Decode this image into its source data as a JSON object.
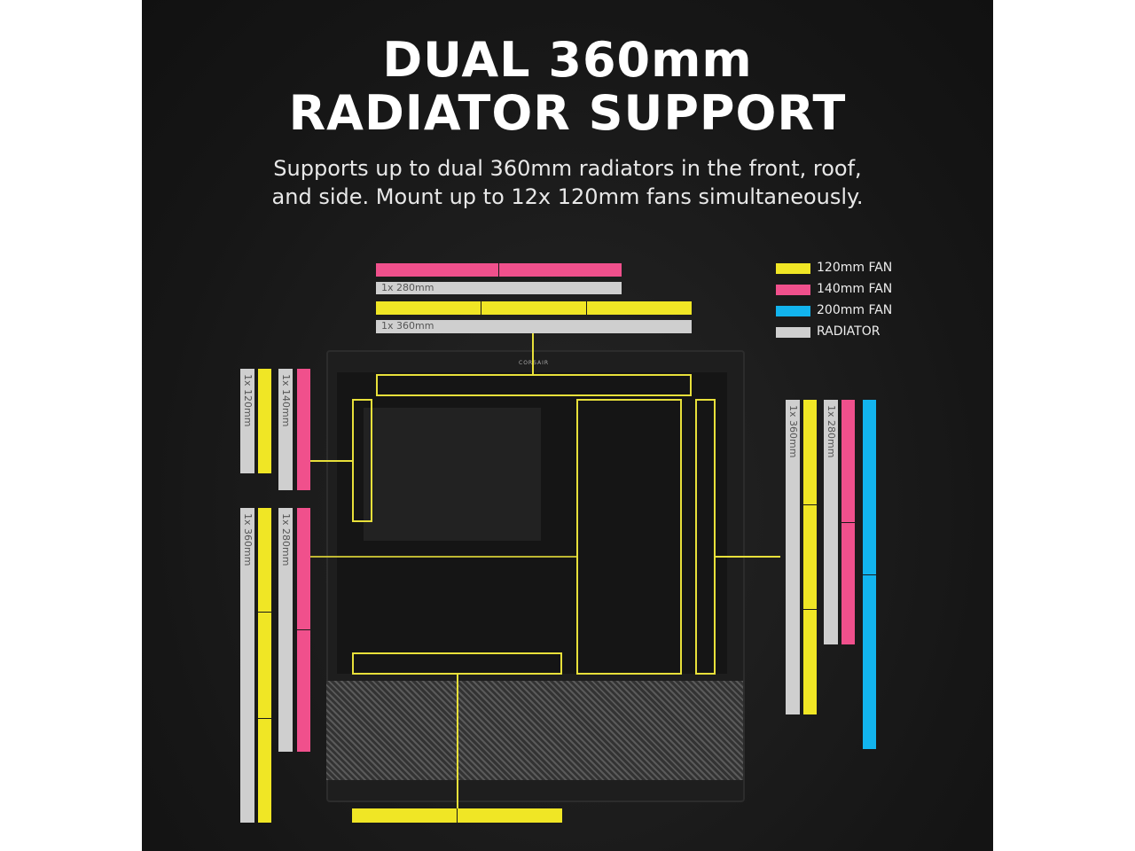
{
  "heading": {
    "line1": "DUAL 360mm",
    "line2": "RADIATOR SUPPORT"
  },
  "subtitle": {
    "line1": "Supports up to dual 360mm radiators in the front, roof,",
    "line2": "and side. Mount up to 12x 120mm fans simultaneously."
  },
  "legend": [
    {
      "label": "120mm FAN",
      "color": "#f0e625"
    },
    {
      "label": "140mm FAN",
      "color": "#f0508c"
    },
    {
      "label": "200mm FAN",
      "color": "#12b4ee"
    },
    {
      "label": "RADIATOR",
      "color": "#cfcfcf"
    }
  ],
  "top": {
    "radiator_280": "1x 280mm",
    "radiator_360": "1x 360mm"
  },
  "rear": {
    "radiator_120": "1x 120mm",
    "radiator_140": "1x 140mm"
  },
  "side": {
    "radiator_360": "1x 360mm",
    "radiator_280": "1x 280mm"
  },
  "front": {
    "radiator_360": "1x 360mm",
    "radiator_280": "1x 280mm"
  },
  "case": {
    "brand": "CORSAIR"
  }
}
